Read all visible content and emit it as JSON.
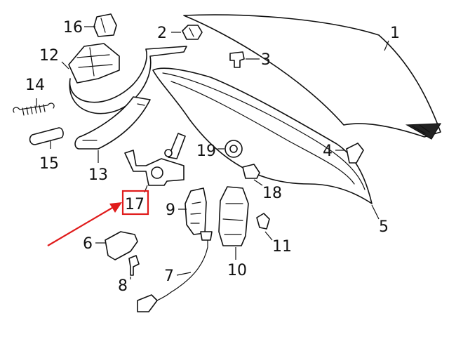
{
  "accent_color": "#e01b1b",
  "callouts": [
    {
      "id": "1",
      "label": "1"
    },
    {
      "id": "2",
      "label": "2"
    },
    {
      "id": "3",
      "label": "3"
    },
    {
      "id": "4",
      "label": "4"
    },
    {
      "id": "5",
      "label": "5"
    },
    {
      "id": "6",
      "label": "6"
    },
    {
      "id": "7",
      "label": "7"
    },
    {
      "id": "8",
      "label": "8"
    },
    {
      "id": "9",
      "label": "9"
    },
    {
      "id": "10",
      "label": "10"
    },
    {
      "id": "11",
      "label": "11"
    },
    {
      "id": "12",
      "label": "12"
    },
    {
      "id": "13",
      "label": "13"
    },
    {
      "id": "14",
      "label": "14"
    },
    {
      "id": "15",
      "label": "15"
    },
    {
      "id": "16",
      "label": "16"
    },
    {
      "id": "17",
      "label": "17"
    },
    {
      "id": "18",
      "label": "18"
    },
    {
      "id": "19",
      "label": "19"
    }
  ],
  "highlighted_part": "17"
}
